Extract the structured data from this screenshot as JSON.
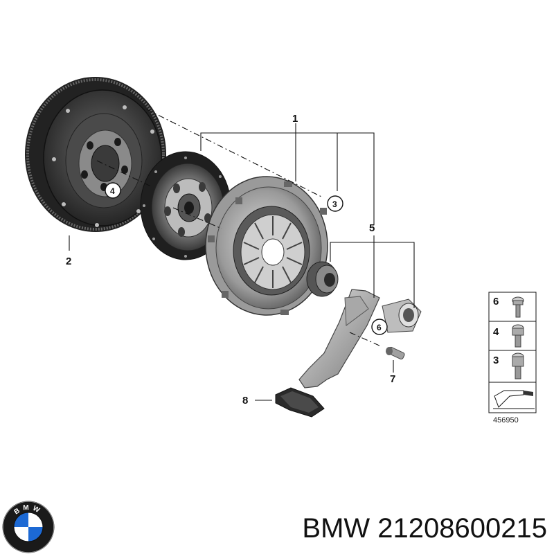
{
  "diagram": {
    "callouts": {
      "c1": "1",
      "c2": "2",
      "c3": "3",
      "c4": "4",
      "c5": "5",
      "c6": "6",
      "c7": "7",
      "c8": "8"
    },
    "legend": {
      "rows": [
        {
          "label": "6",
          "icon": "torx-screw-icon"
        },
        {
          "label": "4",
          "icon": "hex-socket-bolt-icon"
        },
        {
          "label": "3",
          "icon": "hex-socket-screw-icon"
        }
      ],
      "diagram_id": "456950"
    }
  },
  "caption": {
    "brand": "BMW",
    "part_number": "21208600215",
    "text": "BMW 21208600215"
  },
  "logo": {
    "icon": "bmw-roundel-logo",
    "letters": "BMW",
    "colors": {
      "blue": "#1c69d4",
      "white": "#ffffff",
      "ring": "#111111"
    }
  },
  "colors": {
    "line": "#111111",
    "metal_dark": "#3a3a3a",
    "metal_mid": "#8a8a8a",
    "metal_light": "#c9c9c9"
  }
}
